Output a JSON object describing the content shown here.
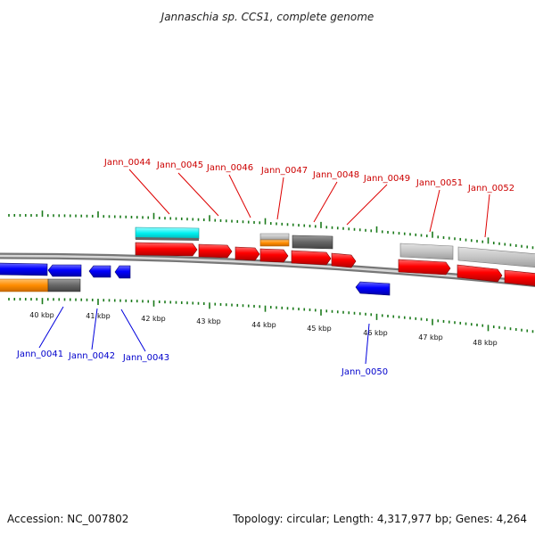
{
  "title": "Jannaschia sp. CCS1, complete genome",
  "accession_text": "Accession: NC_007802",
  "summary_text": "Topology: circular; Length: 4,317,977 bp; Genes: 4,264",
  "colors": {
    "forward_label": "#cc0000",
    "reverse_label": "#0000cc",
    "forward_cds": "#ff0000",
    "reverse_cds": "#0000ff",
    "rna": "#00ffff",
    "other_feature": "#ff8c00",
    "backbone": "#888888",
    "ticks": "#1a7a1a"
  },
  "kbp_labels": [
    "40 kbp",
    "41 kbp",
    "42 kbp",
    "43 kbp",
    "44 kbp",
    "45 kbp",
    "46 kbp",
    "47 kbp",
    "48 kbp"
  ],
  "forward_gene_labels": [
    "Jann_0044",
    "Jann_0045",
    "Jann_0046",
    "Jann_0047",
    "Jann_0048",
    "Jann_0049",
    "Jann_0051",
    "Jann_0052"
  ],
  "reverse_gene_labels": [
    "Jann_0041",
    "Jann_0042",
    "Jann_0043",
    "Jann_0050"
  ]
}
